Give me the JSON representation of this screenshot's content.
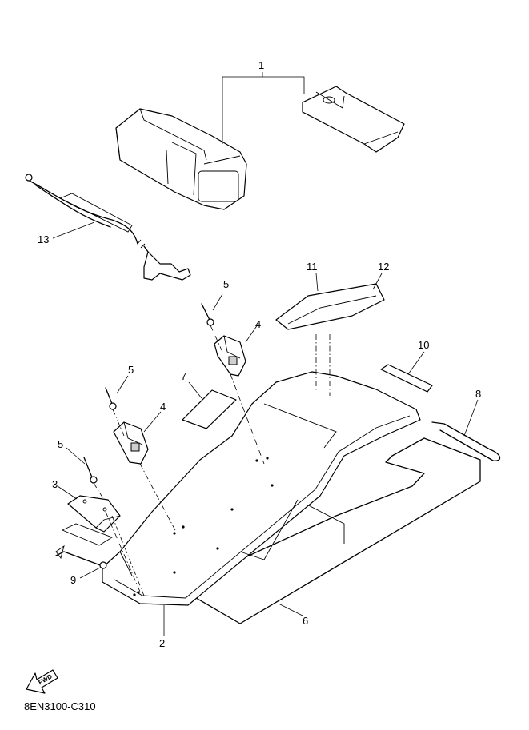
{
  "diagram": {
    "callouts": [
      {
        "id": "c1",
        "label": "1"
      },
      {
        "id": "c2",
        "label": "2"
      },
      {
        "id": "c3",
        "label": "3"
      },
      {
        "id": "c4a",
        "label": "4"
      },
      {
        "id": "c4b",
        "label": "4"
      },
      {
        "id": "c5a",
        "label": "5"
      },
      {
        "id": "c5b",
        "label": "5"
      },
      {
        "id": "c5c",
        "label": "5"
      },
      {
        "id": "c6",
        "label": "6"
      },
      {
        "id": "c7",
        "label": "7"
      },
      {
        "id": "c8",
        "label": "8"
      },
      {
        "id": "c9",
        "label": "9"
      },
      {
        "id": "c10",
        "label": "10"
      },
      {
        "id": "c11",
        "label": "11"
      },
      {
        "id": "c12",
        "label": "12"
      },
      {
        "id": "c13",
        "label": "13"
      }
    ],
    "fwd_label": "FWD",
    "drawing_code": "8EN3100-C310"
  }
}
